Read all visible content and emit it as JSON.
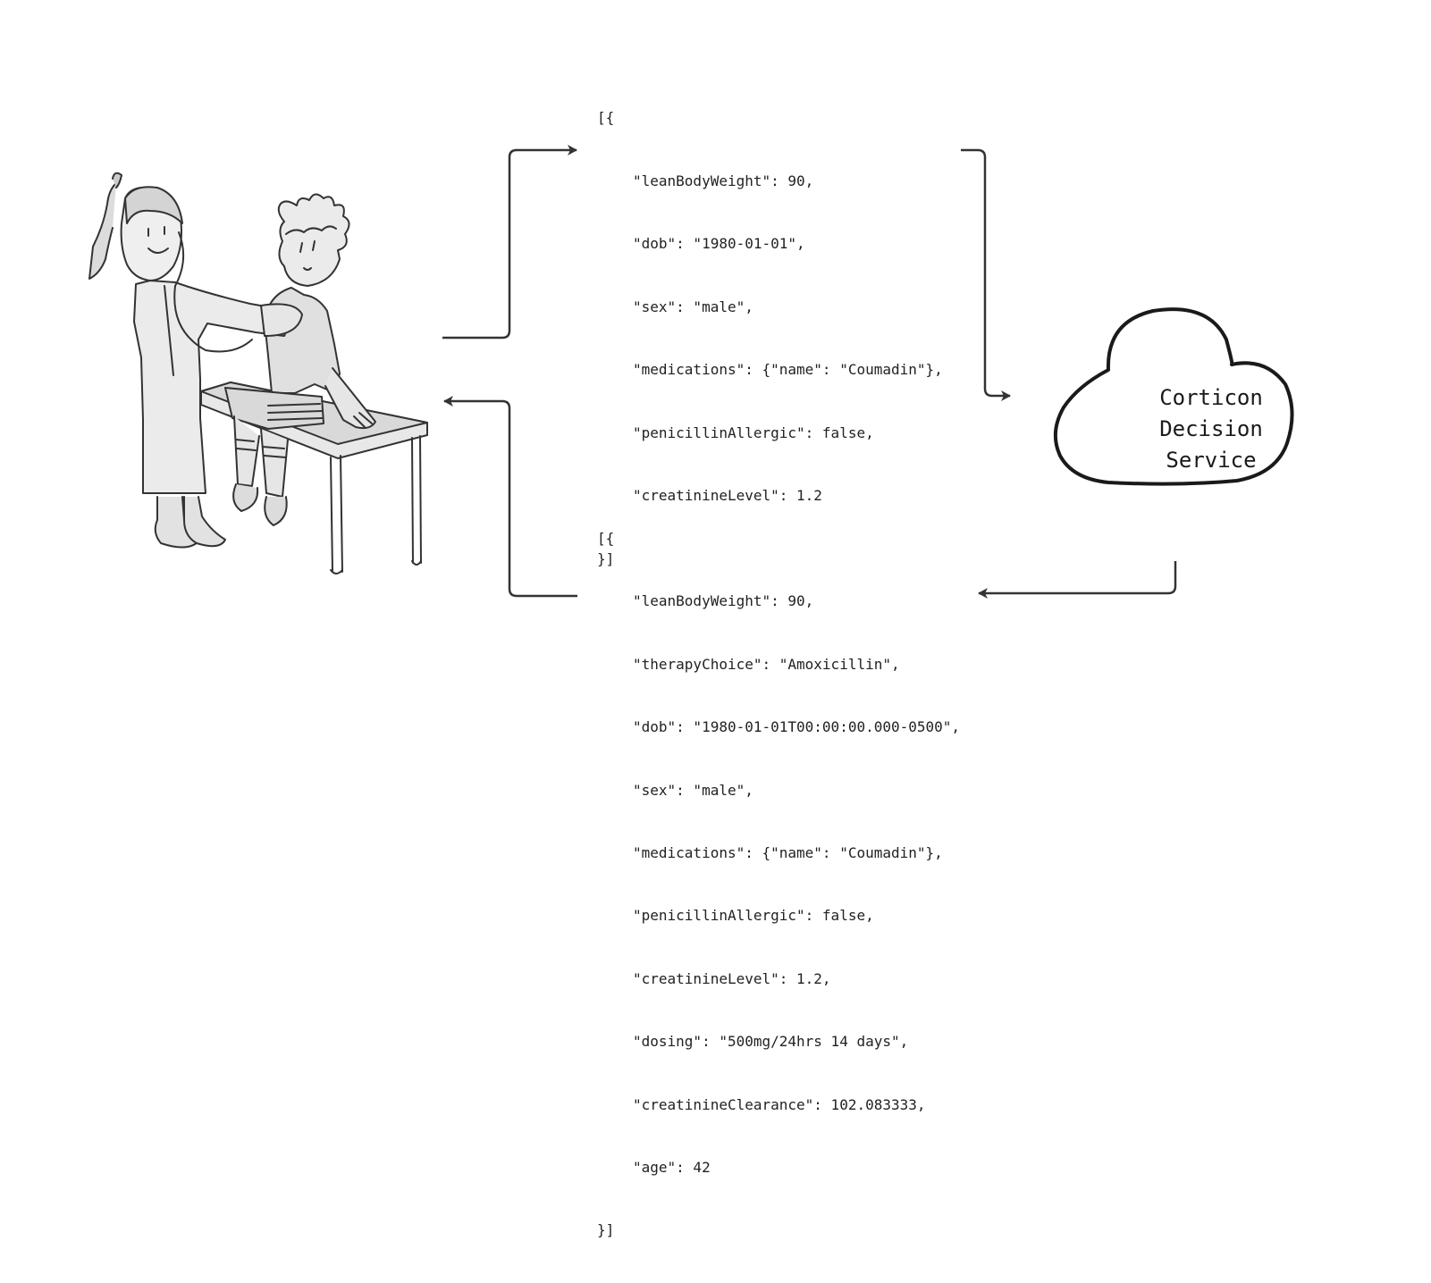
{
  "request": {
    "open": "[{",
    "lines": [
      "\"leanBodyWeight\": 90,",
      "\"dob\": \"1980-01-01\",",
      "\"sex\": \"male\",",
      "\"medications\": {\"name\": \"Coumadin\"},",
      "\"penicillinAllergic\": false,",
      "\"creatinineLevel\": 1.2"
    ],
    "close": "}]"
  },
  "response": {
    "open": "[{",
    "lines": [
      "\"leanBodyWeight\": 90,",
      "\"therapyChoice\": \"Amoxicillin\",",
      "\"dob\": \"1980-01-01T00:00:00.000-0500\",",
      "\"sex\": \"male\",",
      "\"medications\": {\"name\": \"Coumadin\"},",
      "\"penicillinAllergic\": false,",
      "\"creatinineLevel\": 1.2,",
      "\"dosing\": \"500mg/24hrs 14 days\",",
      "\"creatinineClearance\": 102.083333,",
      "\"age\": 42"
    ],
    "close": "}]"
  },
  "cloud": {
    "line1": "Corticon",
    "line2": "Decision",
    "line3": "Service"
  },
  "illustration": {
    "icon": "doctor-examining-patient-illustration"
  },
  "colors": {
    "ink": "#222222",
    "fill": "#e6e6e6",
    "background": "#ffffff"
  }
}
